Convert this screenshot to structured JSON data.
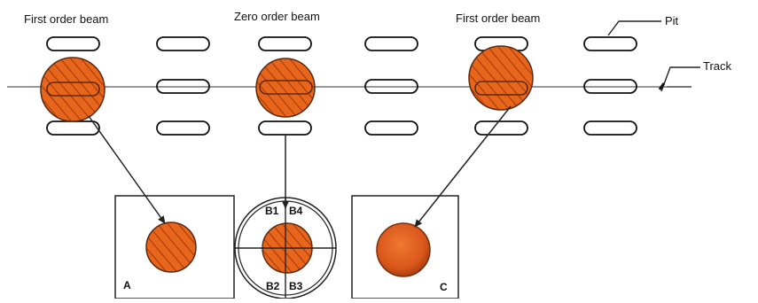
{
  "labels": {
    "first_order_left": "First order beam",
    "zero_order": "Zero order beam",
    "first_order_right": "First order beam",
    "pit": "Pit",
    "track": "Track",
    "panel_a": "A",
    "panel_c": "C",
    "quadrant_b1": "B1",
    "quadrant_b2": "B2",
    "quadrant_b3": "B3",
    "quadrant_b4": "B4"
  },
  "colors": {
    "beam_fill": "#e8661c",
    "beam_stroke": "#5a2a10",
    "hatch": "#a83a0a",
    "line": "#222222",
    "pit_stroke": "#111111"
  }
}
